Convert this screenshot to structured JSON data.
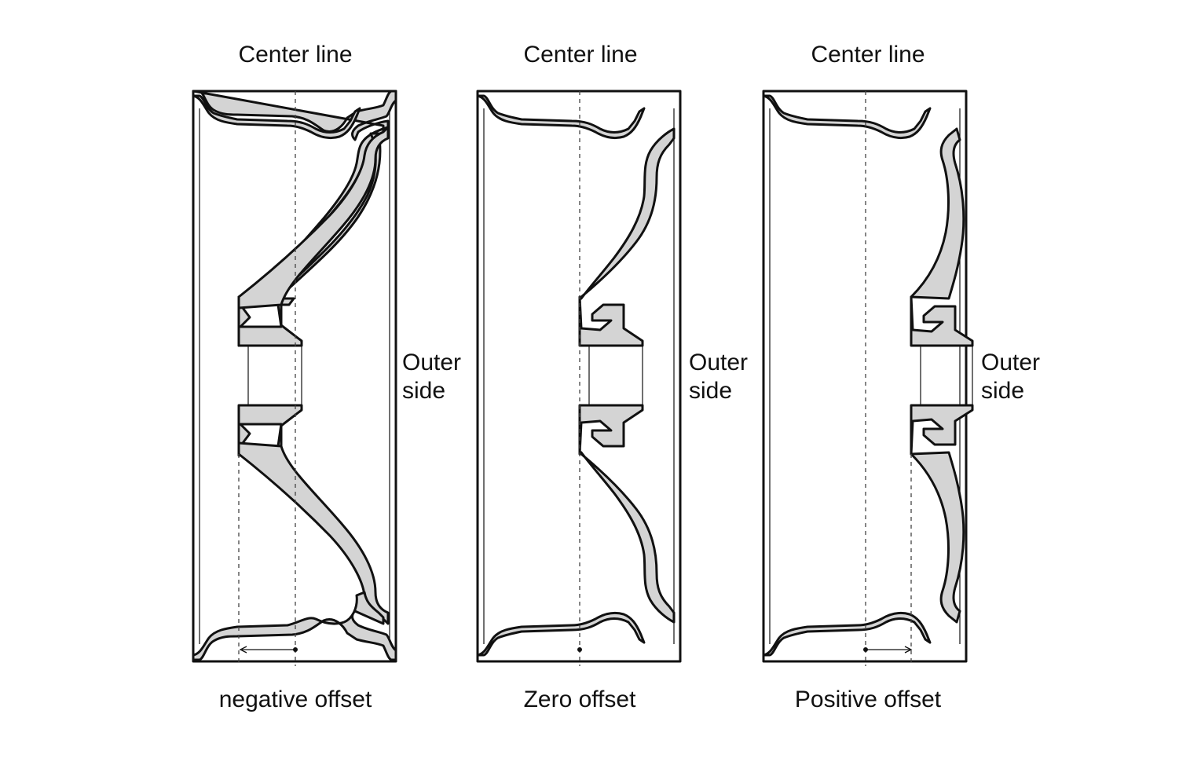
{
  "diagrams": [
    {
      "center_label": "Center line",
      "outer_label_line1": "Outer",
      "outer_label_line2": "side",
      "caption": "negative offset"
    },
    {
      "center_label": "Center line",
      "outer_label_line1": "Outer",
      "outer_label_line2": "side",
      "caption": "Zero offset"
    },
    {
      "center_label": "Center line",
      "outer_label_line1": "Outer",
      "outer_label_line2": "side",
      "caption": "Positive offset"
    }
  ]
}
